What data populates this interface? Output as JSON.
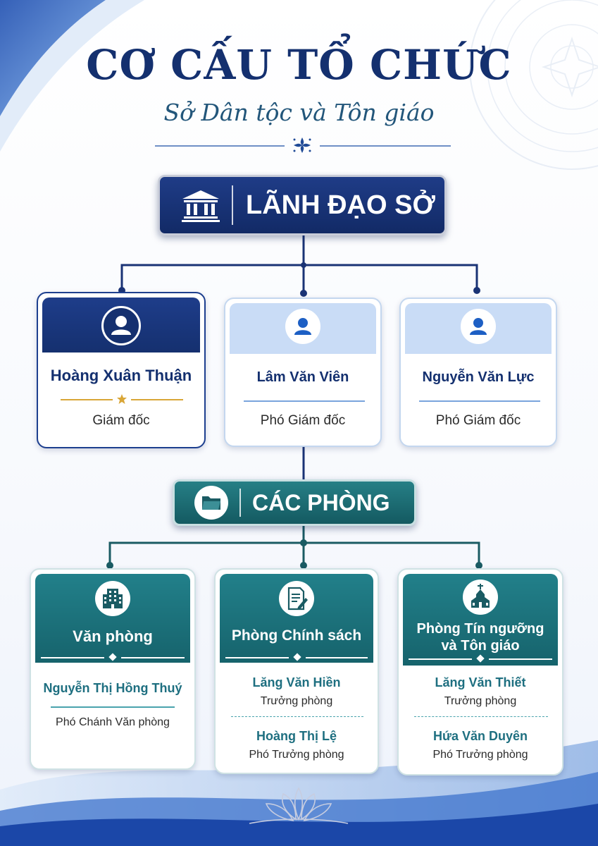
{
  "title": "CƠ CẤU TỔ CHỨC",
  "subtitle": "Sở Dân tộc và Tôn giáo",
  "leadership": {
    "banner_label": "LÃNH ĐẠO SỞ",
    "members": [
      {
        "name": "Hoàng Xuân Thuận",
        "role": "Giám đốc"
      },
      {
        "name": "Lâm Văn Viên",
        "role": "Phó Giám đốc"
      },
      {
        "name": "Nguyễn Văn Lực",
        "role": "Phó Giám đốc"
      }
    ]
  },
  "departments": {
    "banner_label": "CÁC PHÒNG",
    "units": [
      {
        "name": "Văn phòng",
        "icon": "office-building-icon",
        "staff": [
          {
            "name": "Nguyễn Thị Hồng Thuý",
            "role": "Phó Chánh Văn phòng"
          }
        ]
      },
      {
        "name": "Phòng Chính sách",
        "icon": "document-pen-icon",
        "staff": [
          {
            "name": "Lăng Văn Hiền",
            "role": "Trưởng phòng"
          },
          {
            "name": "Hoàng Thị Lệ",
            "role": "Phó Trưởng phòng"
          }
        ]
      },
      {
        "name_line1": "Phòng Tín ngưỡng",
        "name_line2": "và Tôn giáo",
        "icon": "church-icon",
        "staff": [
          {
            "name": "Lăng Văn Thiết",
            "role": "Trưởng phòng"
          },
          {
            "name": "Hứa Văn Duyên",
            "role": "Phó Trưởng phòng"
          }
        ]
      }
    ]
  },
  "colors": {
    "navy": "#14306f",
    "teal": "#1d6e76",
    "light_blue": "#c9dcf6",
    "gold": "#d9a637"
  }
}
